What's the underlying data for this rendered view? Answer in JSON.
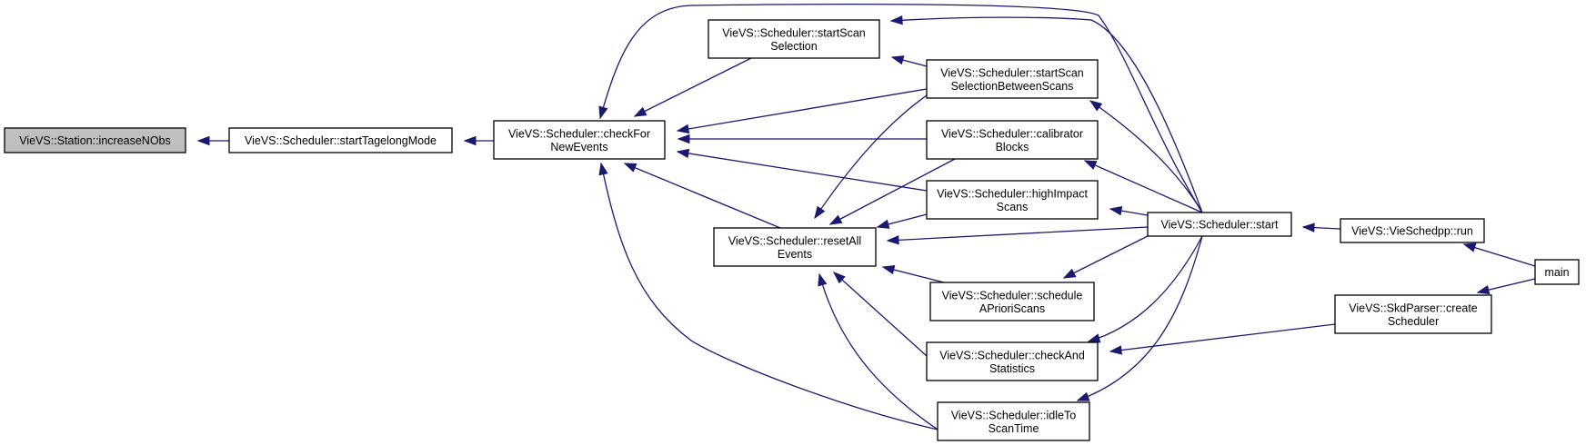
{
  "graph": {
    "colors": {
      "edge": "#191970",
      "node_border": "#000000",
      "root_fill": "#bfbfbf",
      "node_fill": "#ffffff"
    },
    "nodes": [
      {
        "id": "increaseNObs",
        "lines": [
          "VieVS::Station::increaseNObs"
        ],
        "root": true
      },
      {
        "id": "startTagelongMode",
        "lines": [
          "VieVS::Scheduler::startTagelongMode"
        ]
      },
      {
        "id": "checkForNewEvents",
        "lines": [
          "VieVS::Scheduler::checkFor",
          "NewEvents"
        ]
      },
      {
        "id": "startScanSelection",
        "lines": [
          "VieVS::Scheduler::startScan",
          "Selection"
        ]
      },
      {
        "id": "startScanSelectionBetweenScans",
        "lines": [
          "VieVS::Scheduler::startScan",
          "SelectionBetweenScans"
        ]
      },
      {
        "id": "calibratorBlocks",
        "lines": [
          "VieVS::Scheduler::calibrator",
          "Blocks"
        ]
      },
      {
        "id": "highImpactScans",
        "lines": [
          "VieVS::Scheduler::highImpact",
          "Scans"
        ]
      },
      {
        "id": "resetAllEvents",
        "lines": [
          "VieVS::Scheduler::resetAll",
          "Events"
        ]
      },
      {
        "id": "scheduleAPrioriScans",
        "lines": [
          "VieVS::Scheduler::schedule",
          "APrioriScans"
        ]
      },
      {
        "id": "checkAndStatistics",
        "lines": [
          "VieVS::Scheduler::checkAnd",
          "Statistics"
        ]
      },
      {
        "id": "idleToScanTime",
        "lines": [
          "VieVS::Scheduler::idleTo",
          "ScanTime"
        ]
      },
      {
        "id": "start",
        "lines": [
          "VieVS::Scheduler::start"
        ]
      },
      {
        "id": "run",
        "lines": [
          "VieVS::VieSchedpp::run"
        ]
      },
      {
        "id": "createScheduler",
        "lines": [
          "VieVS::SkdParser::create",
          "Scheduler"
        ]
      },
      {
        "id": "main",
        "lines": [
          "main"
        ]
      }
    ],
    "edges": [
      {
        "from": "startTagelongMode",
        "to": "increaseNObs"
      },
      {
        "from": "checkForNewEvents",
        "to": "startTagelongMode"
      },
      {
        "from": "startScanSelection",
        "to": "checkForNewEvents"
      },
      {
        "from": "startScanSelectionBetweenScans",
        "to": "checkForNewEvents"
      },
      {
        "from": "calibratorBlocks",
        "to": "checkForNewEvents"
      },
      {
        "from": "highImpactScans",
        "to": "checkForNewEvents"
      },
      {
        "from": "resetAllEvents",
        "to": "checkForNewEvents"
      },
      {
        "from": "start",
        "to": "checkForNewEvents"
      },
      {
        "from": "idleToScanTime",
        "to": "checkForNewEvents"
      },
      {
        "from": "startScanSelectionBetweenScans",
        "to": "startScanSelection"
      },
      {
        "from": "start",
        "to": "startScanSelection"
      },
      {
        "from": "start",
        "to": "startScanSelectionBetweenScans"
      },
      {
        "from": "start",
        "to": "calibratorBlocks"
      },
      {
        "from": "start",
        "to": "highImpactScans"
      },
      {
        "from": "startScanSelectionBetweenScans",
        "to": "resetAllEvents"
      },
      {
        "from": "calibratorBlocks",
        "to": "resetAllEvents"
      },
      {
        "from": "highImpactScans",
        "to": "resetAllEvents"
      },
      {
        "from": "start",
        "to": "resetAllEvents"
      },
      {
        "from": "scheduleAPrioriScans",
        "to": "resetAllEvents"
      },
      {
        "from": "checkAndStatistics",
        "to": "resetAllEvents"
      },
      {
        "from": "idleToScanTime",
        "to": "resetAllEvents"
      },
      {
        "from": "start",
        "to": "scheduleAPrioriScans"
      },
      {
        "from": "start",
        "to": "checkAndStatistics"
      },
      {
        "from": "createScheduler",
        "to": "checkAndStatistics"
      },
      {
        "from": "start",
        "to": "idleToScanTime"
      },
      {
        "from": "run",
        "to": "start"
      },
      {
        "from": "main",
        "to": "run"
      },
      {
        "from": "main",
        "to": "createScheduler"
      }
    ]
  }
}
